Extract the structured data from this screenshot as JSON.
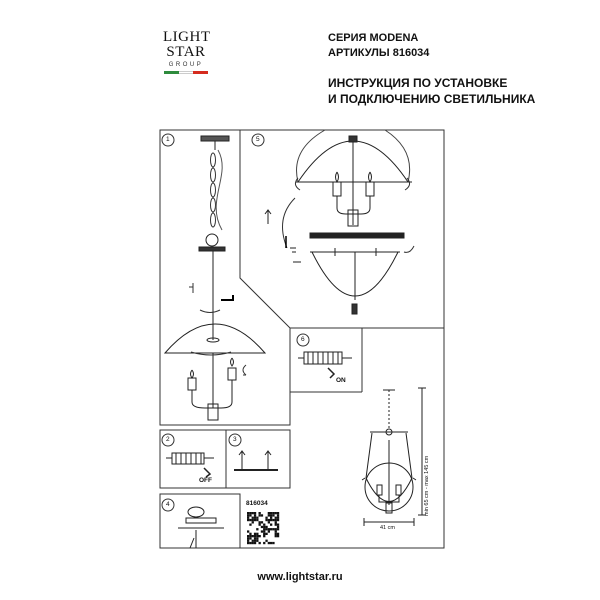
{
  "brand": {
    "line1": "LIGHT",
    "line2": "STAR",
    "line3": "GROUP",
    "flag_colors": [
      "#2e8b3d",
      "#ffffff",
      "#d52b1e"
    ]
  },
  "header": {
    "series": "СЕРИЯ MODENA",
    "article": "АРТИКУЛЫ 816034",
    "title_line1": "ИНСТРУКЦИЯ ПО УСТАНОВКЕ",
    "title_line2": "И ПОДКЛЮЧЕНИЮ СВЕТИЛЬНИКА"
  },
  "steps": [
    {
      "number": "1"
    },
    {
      "number": "2",
      "label": "OFF"
    },
    {
      "number": "3"
    },
    {
      "number": "4"
    },
    {
      "number": "5"
    },
    {
      "number": "6",
      "label": "ON"
    }
  ],
  "product": {
    "code": "816034",
    "width": "41 cm",
    "height": "min 65 cm - max 145 cm"
  },
  "footer": {
    "url": "www.lightstar.ru"
  }
}
